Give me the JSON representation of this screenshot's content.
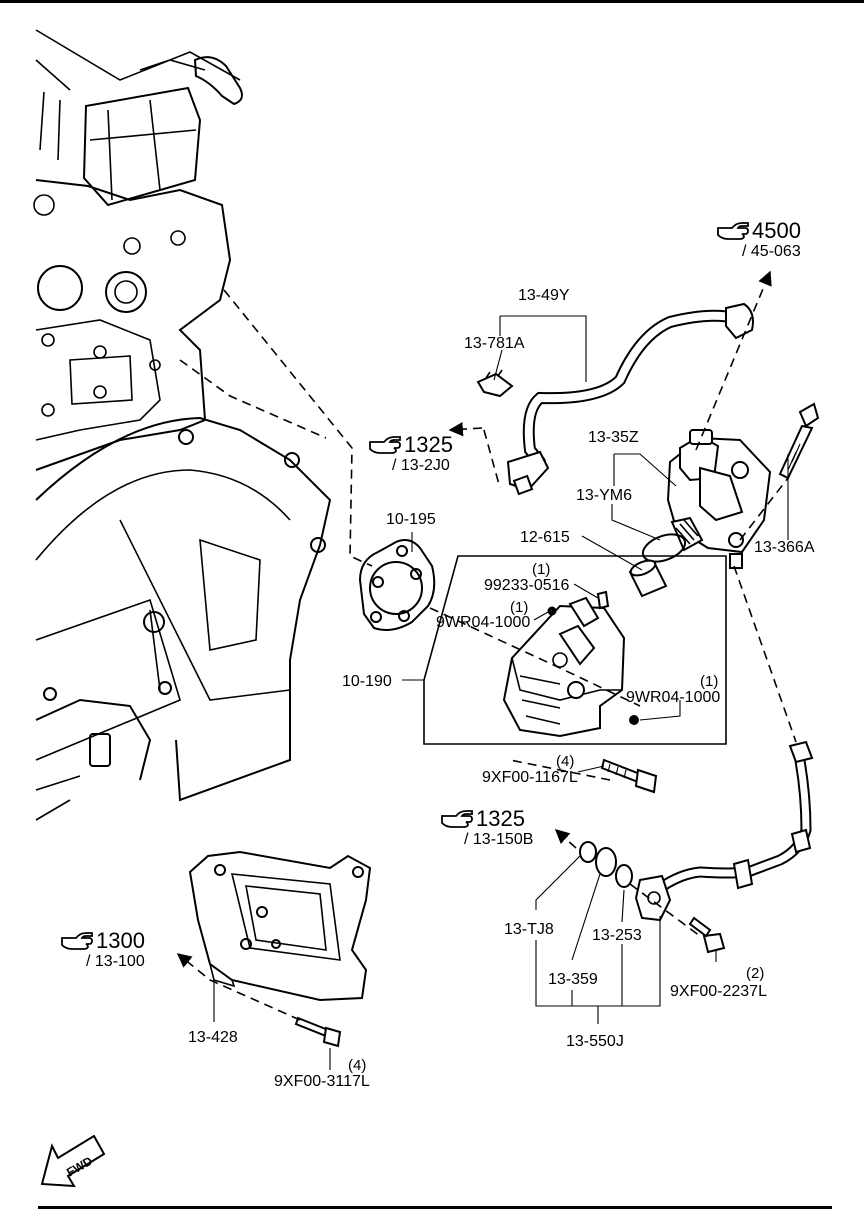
{
  "labels": {
    "p13_49Y": "13-49Y",
    "p13_781A": "13-781A",
    "p13_35Z": "13-35Z",
    "p13_YM6": "13-YM6",
    "p13_366A": "13-366A",
    "p10_195": "10-195",
    "p12_615": "12-615",
    "p99233": "99233-0516",
    "p9WR04_a": "9WR04-1000",
    "p9WR04_b": "9WR04-1000",
    "p10_190": "10-190",
    "p9XF00_1167L": "9XF00-1167L",
    "p13_TJ8": "13-TJ8",
    "p13_253": "13-253",
    "p13_359": "13-359",
    "p13_550J": "13-550J",
    "p9XF00_2237L": "9XF00-2237L",
    "p13_428": "13-428",
    "p9XF00_3117L": "9XF00-3117L"
  },
  "quantities": {
    "q99233": "(1)",
    "q9WR04_a": "(1)",
    "q9WR04_b": "(1)",
    "q1167L": "(4)",
    "q2237L": "(2)",
    "q3117L": "(4)"
  },
  "references": {
    "r4500": {
      "number": "4500",
      "sub": "/ 45-063"
    },
    "r1325a": {
      "number": "1325",
      "sub": "/ 13-2J0"
    },
    "r1325b": {
      "number": "1325",
      "sub": "/ 13-150B"
    },
    "r1300": {
      "number": "1300",
      "sub": "/ 13-100"
    }
  },
  "fwd": "FWD",
  "icons": {
    "reference": "pointing-hand-icon",
    "direction": "fwd-arrow-icon"
  }
}
